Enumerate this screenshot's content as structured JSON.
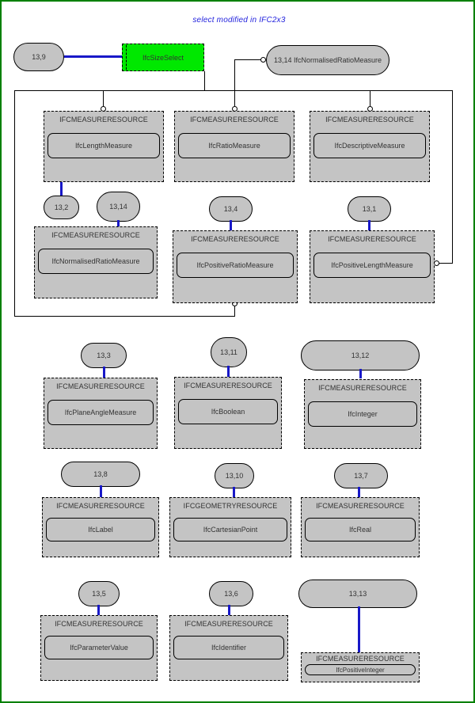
{
  "diagram": {
    "title": "select modified in IFC2x3",
    "colors": {
      "border": "#008000",
      "select_fill": "#00e800",
      "node_fill": "#c4c4c4",
      "blue_wire": "#1818c8",
      "title_text": "#2222dd"
    }
  },
  "select_node": {
    "label": "IfcSizeSelect"
  },
  "bubbles": [
    {
      "id": "b-13-9",
      "label": "13,9"
    },
    {
      "id": "b-13-14-named",
      "label": "13,14 IfcNormalisedRatioMeasure"
    },
    {
      "id": "b-13-2",
      "label": "13,2"
    },
    {
      "id": "b-13-14",
      "label": "13,14"
    },
    {
      "id": "b-13-4",
      "label": "13,4"
    },
    {
      "id": "b-13-1",
      "label": "13,1"
    },
    {
      "id": "b-13-3",
      "label": "13,3"
    },
    {
      "id": "b-13-11",
      "label": "13,11"
    },
    {
      "id": "b-13-12",
      "label": "13,12"
    },
    {
      "id": "b-13-8",
      "label": "13,8"
    },
    {
      "id": "b-13-10",
      "label": "13,10"
    },
    {
      "id": "b-13-7",
      "label": "13,7"
    },
    {
      "id": "b-13-5",
      "label": "13,5"
    },
    {
      "id": "b-13-6",
      "label": "13,6"
    },
    {
      "id": "b-13-13",
      "label": "13,13"
    }
  ],
  "nodes": [
    {
      "id": "n-length",
      "schema": "IFCMEASURERESOURCE",
      "entity": "IfcLengthMeasure"
    },
    {
      "id": "n-ratio",
      "schema": "IFCMEASURERESOURCE",
      "entity": "IfcRatioMeasure"
    },
    {
      "id": "n-descriptive",
      "schema": "IFCMEASURERESOURCE",
      "entity": "IfcDescriptiveMeasure"
    },
    {
      "id": "n-normratio",
      "schema": "IFCMEASURERESOURCE",
      "entity": "IfcNormalisedRatioMeasure"
    },
    {
      "id": "n-posratio",
      "schema": "IFCMEASURERESOURCE",
      "entity": "IfcPositiveRatioMeasure"
    },
    {
      "id": "n-poslength",
      "schema": "IFCMEASURERESOURCE",
      "entity": "IfcPositiveLengthMeasure"
    },
    {
      "id": "n-planeangle",
      "schema": "IFCMEASURERESOURCE",
      "entity": "IfcPlaneAngleMeasure"
    },
    {
      "id": "n-boolean",
      "schema": "IFCMEASURERESOURCE",
      "entity": "IfcBoolean"
    },
    {
      "id": "n-integer",
      "schema": "IFCMEASURERESOURCE",
      "entity": "IfcInteger"
    },
    {
      "id": "n-label",
      "schema": "IFCMEASURERESOURCE",
      "entity": "IfcLabel"
    },
    {
      "id": "n-cartesian",
      "schema": "IFCGEOMETRYRESOURCE",
      "entity": "IfcCartesianPoint"
    },
    {
      "id": "n-real",
      "schema": "IFCMEASURERESOURCE",
      "entity": "IfcReal"
    },
    {
      "id": "n-paramvalue",
      "schema": "IFCMEASURERESOURCE",
      "entity": "IfcParameterValue"
    },
    {
      "id": "n-identifier",
      "schema": "IFCMEASURERESOURCE",
      "entity": "IfcIdentifier"
    },
    {
      "id": "n-posinteger",
      "schema": "IFCMEASURERESOURCE",
      "entity": "IfcPositiveInteger"
    }
  ]
}
